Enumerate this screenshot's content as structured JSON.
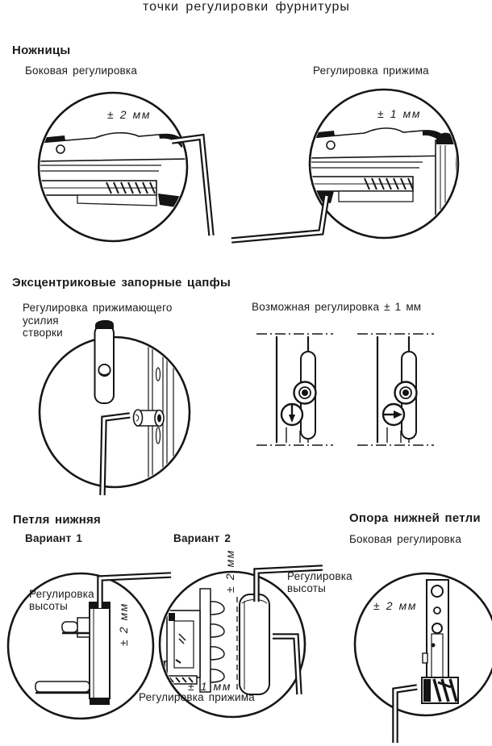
{
  "colors": {
    "ink": "#1b1b1b",
    "paper": "#ffffff"
  },
  "title": "точки регулировки фурнитуры",
  "scissors": {
    "heading": "Ножницы",
    "side_label": "Боковая регулировка",
    "pressure_label": "Регулировка прижима",
    "side_tolerance": "± 2 мм",
    "pressure_tolerance": "± 1 мм"
  },
  "cams": {
    "heading": "Эксцентриковые запорные цапфы",
    "force_label_line1": "Регулировка прижимающего",
    "force_label_line2": "усилия",
    "force_label_line3": "створки",
    "range_label": "Возможная регулировка ± 1 мм"
  },
  "bottom_hinge": {
    "heading": "Петля нижняя",
    "variant1_label": "Вариант 1",
    "variant2_label": "Вариант 2",
    "v1_height_line1": "Регулировка",
    "v1_height_line2": "высоты",
    "v1_tolerance": "± 2 мм",
    "v2_vertical_tolerance": "± 2 мм",
    "v2_height_line1": "Регулировка",
    "v2_height_line2": "высоты",
    "v2_pressure_tolerance": "± 1 мм",
    "v2_pressure_label": "Регулировка прижима"
  },
  "hinge_support": {
    "heading": "Опора нижней петли",
    "side_label": "Боковая регулировка",
    "tolerance": "± 2 мм"
  }
}
